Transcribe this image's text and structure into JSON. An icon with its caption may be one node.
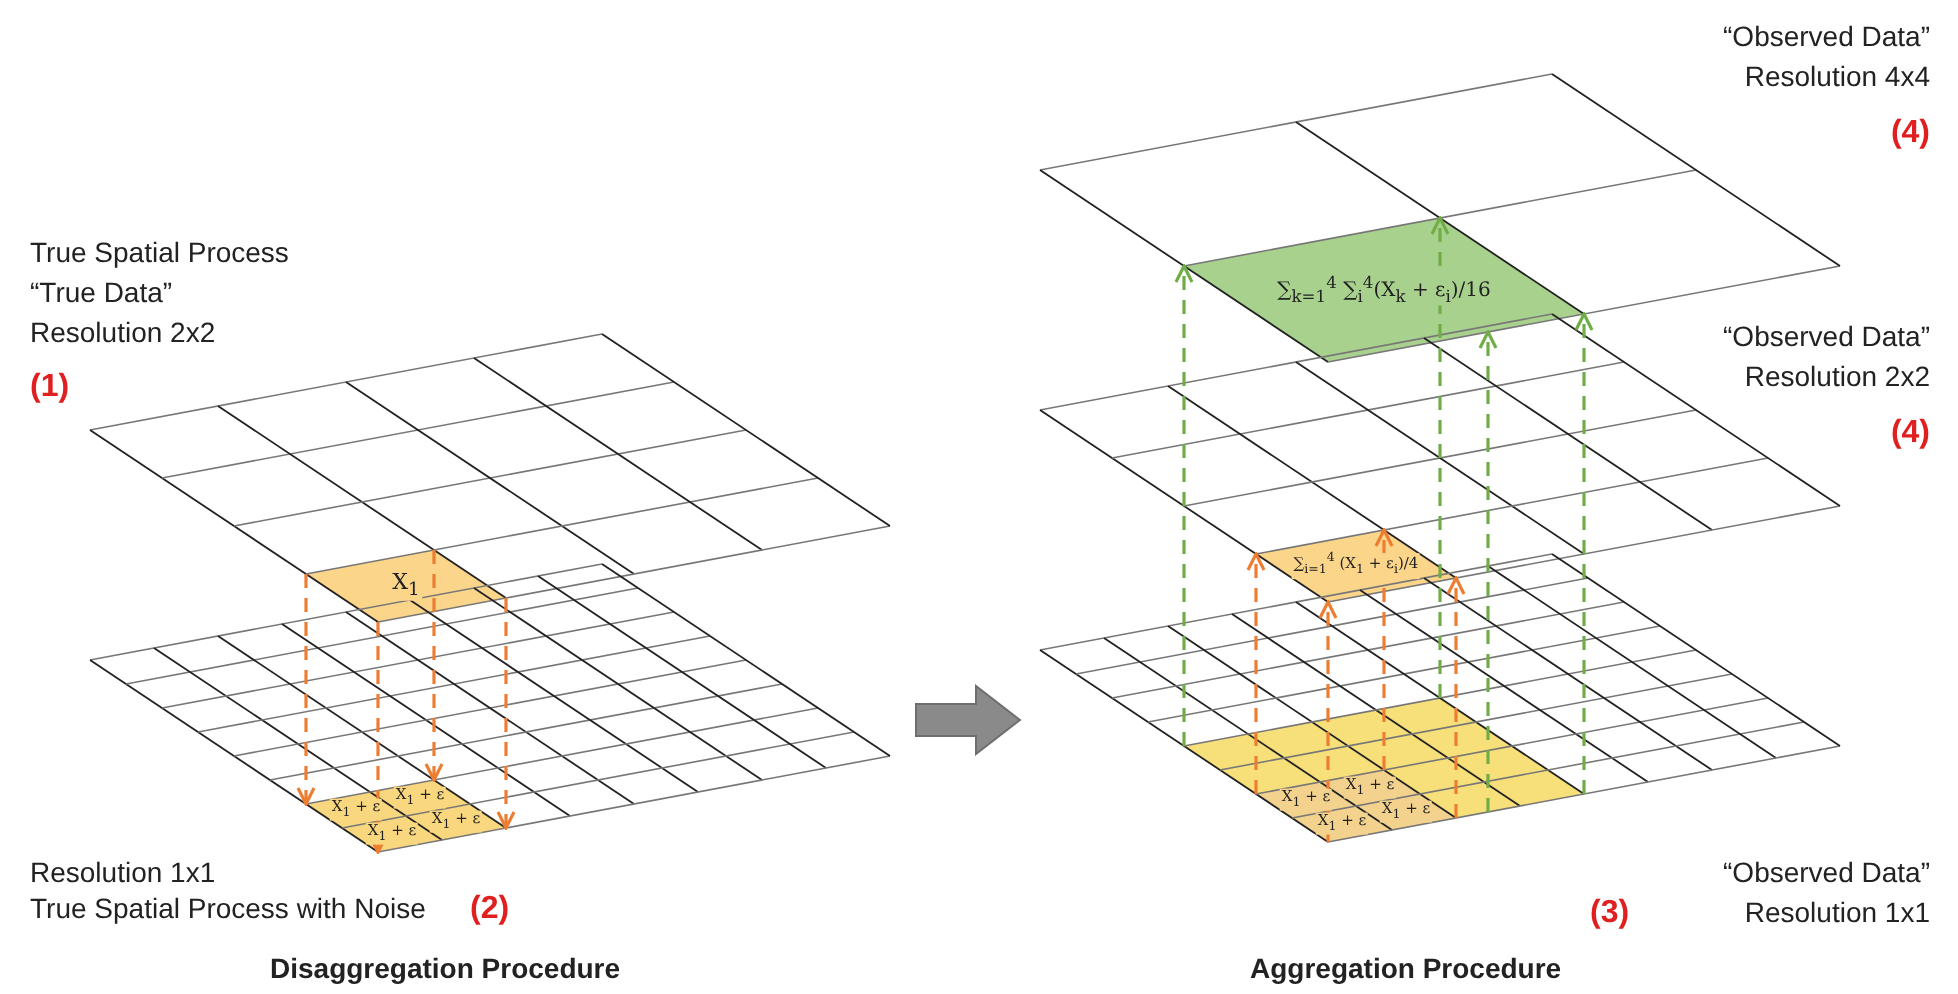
{
  "diagram": {
    "nodes": [
      {
        "text": [
          "X$_{1}$"
        ]
      },
      {
        "text": [
          "X$_{1}$ + ε",
          "X$_{1}$ + ε",
          "X$_{1}$ + ε",
          "X$_{1}$ + ε"
        ]
      },
      {
        "text": [],
        "shape": "box"
      },
      {
        "text": [
          "X$_{1}$ + ε",
          "X$_{1}$ + ε",
          "X$_{1}$ + ε",
          "X$_{1}$ + ε"
        ],
        "in": 2
      },
      {
        "text": [
          "∑$_{i=1}$$^{4}$ (X$_{1}$ + ε$_{i}$)/4"
        ]
      },
      {
        "text": [
          "∑$_{k=1}$$^{4}$ ∑$_{i}$$^{4}$(X$_{k}$ + ε$_{i}$)/16"
        ]
      }
    ],
    "edges": [
      {
        "from": 0,
        "to": 1,
        "arrow": "to",
        "style": "dashed",
        "color": "#ed7d31"
      },
      {
        "from": 0,
        "to": 1,
        "arrow": "to",
        "style": "dashed",
        "color": "#ed7d31"
      },
      {
        "from": 0,
        "to": 1,
        "arrow": "to",
        "style": "dashed",
        "color": "#ed7d31"
      },
      {
        "from": 0,
        "to": 1,
        "arrow": "to",
        "style": "dashed",
        "color": "#ed7d31"
      },
      {
        "from": 3,
        "to": 4,
        "arrow": "to",
        "style": "dashed",
        "color": "#ed7d31"
      },
      {
        "from": 3,
        "to": 4,
        "arrow": "to",
        "style": "dashed",
        "color": "#ed7d31"
      },
      {
        "from": 3,
        "to": 4,
        "arrow": "to",
        "style": "dashed",
        "color": "#ed7d31"
      },
      {
        "from": 3,
        "to": 4,
        "arrow": "to",
        "style": "dashed",
        "color": "#ed7d31"
      },
      {
        "from": 2,
        "to": 5,
        "arrow": "to",
        "style": "dashed",
        "color": "#70ad47"
      },
      {
        "from": 2,
        "to": 5,
        "arrow": "to",
        "style": "dashed",
        "color": "#70ad47"
      },
      {
        "from": 2,
        "to": 5,
        "arrow": "to",
        "style": "dashed",
        "color": "#70ad47"
      },
      {
        "from": 2,
        "to": 5,
        "arrow": "to",
        "style": "dashed",
        "color": "#70ad47"
      }
    ],
    "labels": [
      "“Observed Data”",
      "Resolution 4x4",
      "(4)",
      "True Spatial Process",
      "“True Data”",
      "Resolution 2x2",
      "“Observed Data”",
      "Resolution 2x2",
      "(1)",
      "(4)",
      "Resolution 1x1",
      "True Spatial Process with Noise",
      "(2)",
      "(3)",
      "“Observed Data”",
      "Resolution 1x1",
      "Disaggregation Procedure",
      "Aggregation Procedure"
    ]
  }
}
